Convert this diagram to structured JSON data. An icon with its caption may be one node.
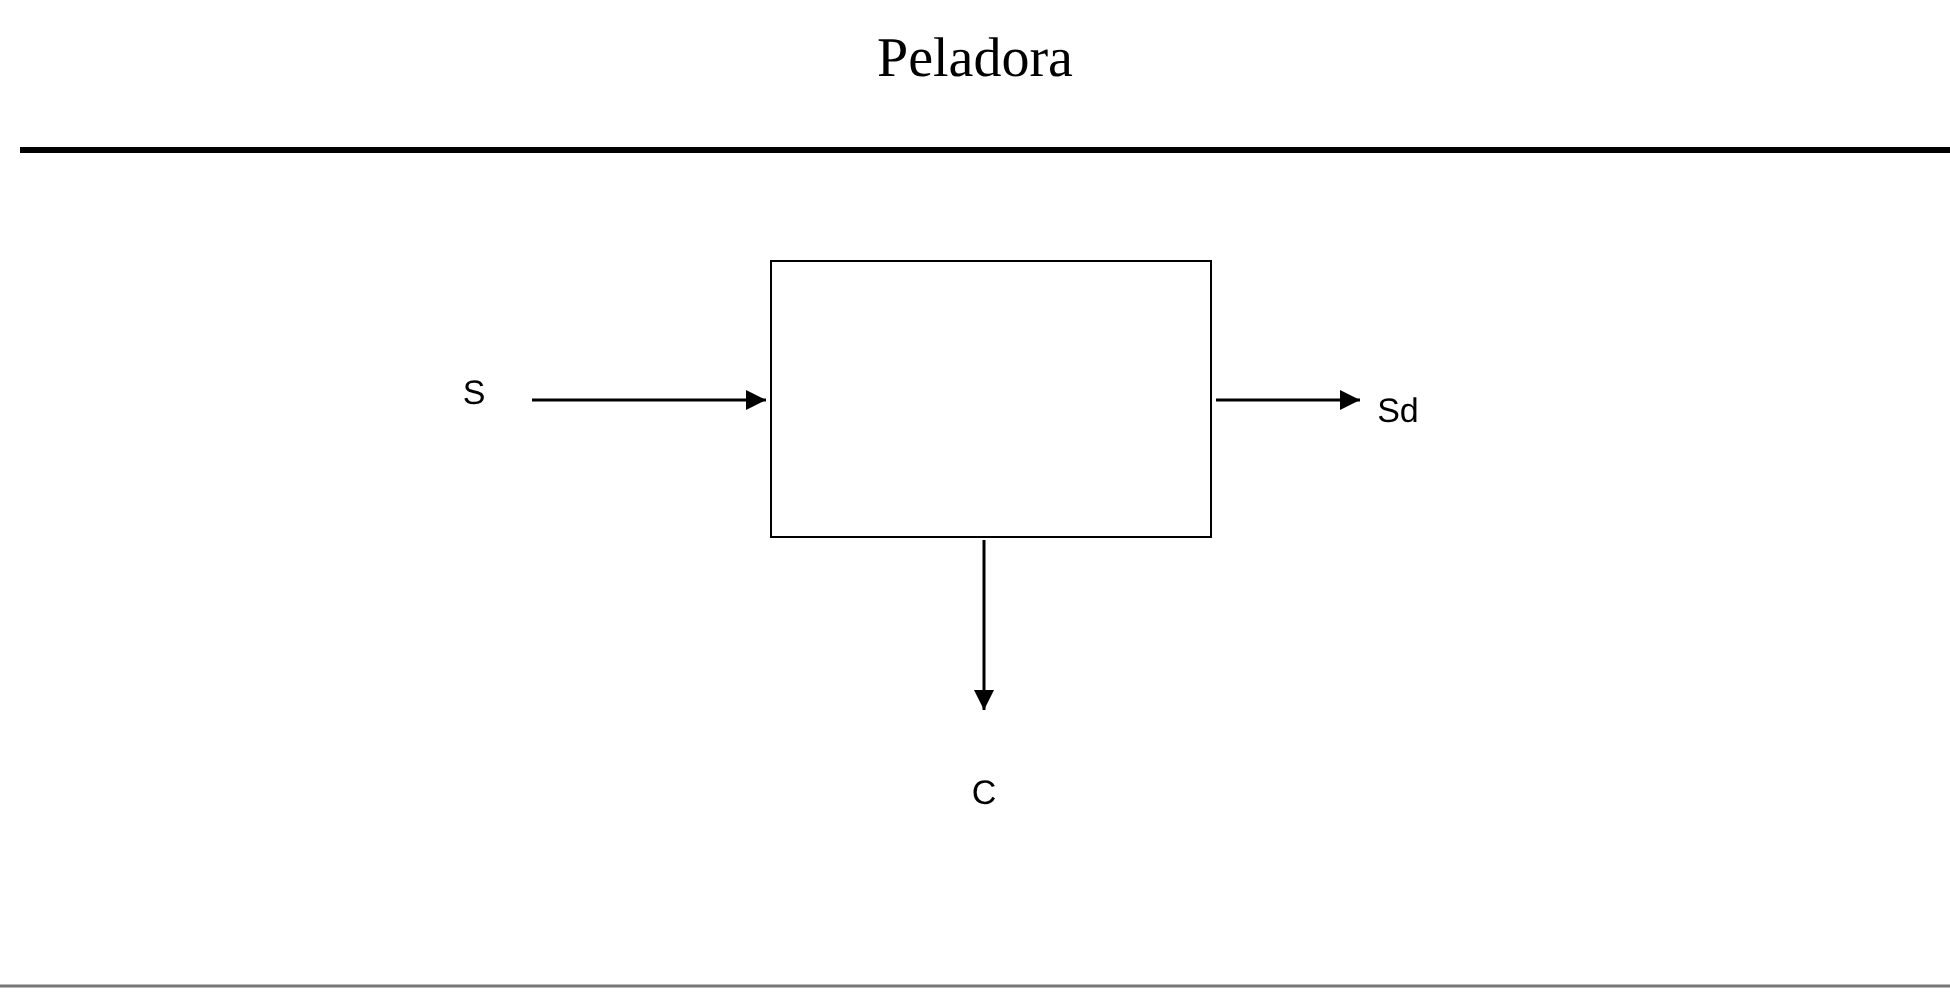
{
  "diagram": {
    "title": "Peladora",
    "nodes": [
      {
        "text": [
          "S"
        ]
      },
      {
        "text": [],
        "shape": "box"
      },
      {
        "text": [
          "Sd"
        ]
      },
      {
        "text": [
          "C"
        ]
      }
    ],
    "edges": [
      {
        "from": 0,
        "to": 1,
        "arrow": "to"
      },
      {
        "from": 1,
        "to": 2,
        "arrow": "to"
      },
      {
        "from": 1,
        "to": 3,
        "arrow": "to"
      }
    ]
  }
}
